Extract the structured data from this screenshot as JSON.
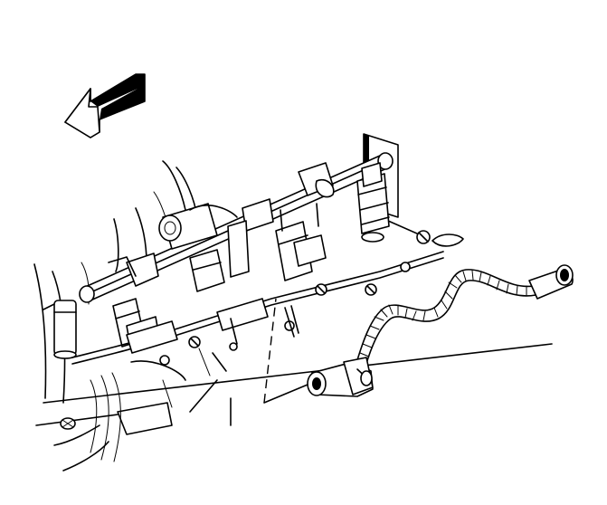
{
  "figure": {
    "type": "line-art technical illustration",
    "background_color": "#ffffff",
    "ink_color": "#000000",
    "components": [
      "direction-arrow",
      "engine-block",
      "fuel-rail",
      "fuel-injectors",
      "injector-wiring-harness",
      "harness-connector",
      "leader-line"
    ]
  }
}
